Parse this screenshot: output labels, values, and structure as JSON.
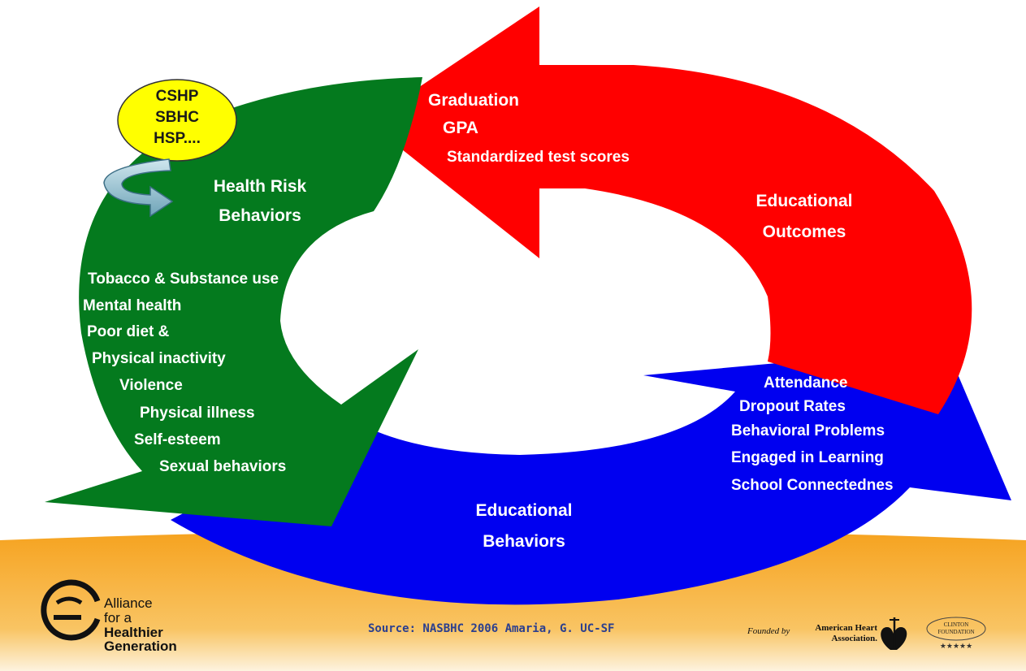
{
  "diagram": {
    "bubble_lines": [
      "CSHP",
      "SBHC",
      "HSP...."
    ],
    "health_risk": {
      "title_lines": [
        "Health Risk",
        "Behaviors"
      ],
      "items": [
        "Tobacco & Substance use",
        "Mental health",
        "Poor diet &",
        "Physical inactivity",
        "Violence",
        "Physical illness",
        "Self-esteem",
        "Sexual behaviors"
      ]
    },
    "educational_outcomes": {
      "title_lines": [
        "Educational",
        "Outcomes"
      ],
      "items": [
        "Graduation",
        "GPA",
        "Standardized test scores"
      ]
    },
    "educational_behaviors": {
      "title_lines": [
        "Educational",
        "Behaviors"
      ],
      "items": [
        "Attendance",
        "Dropout Rates",
        "Behavioral Problems",
        "Engaged in Learning",
        "School Connectednes"
      ]
    },
    "colors": {
      "green": "#047a1e",
      "red": "#ff0000",
      "blue": "#0000f0",
      "bubble": "#ffff00",
      "band": "#f7a828"
    }
  },
  "footer": {
    "source": "Source: NASBHC 2006 Amaria, G. UC-SF",
    "alliance_logo_lines": [
      "Alliance",
      "for a",
      "Healthier",
      "Generation"
    ],
    "founded_by": "Founded by",
    "aha_lines": [
      "American Heart",
      "Association."
    ],
    "clinton_lines": [
      "CLINTON",
      "FOUNDATION"
    ]
  }
}
